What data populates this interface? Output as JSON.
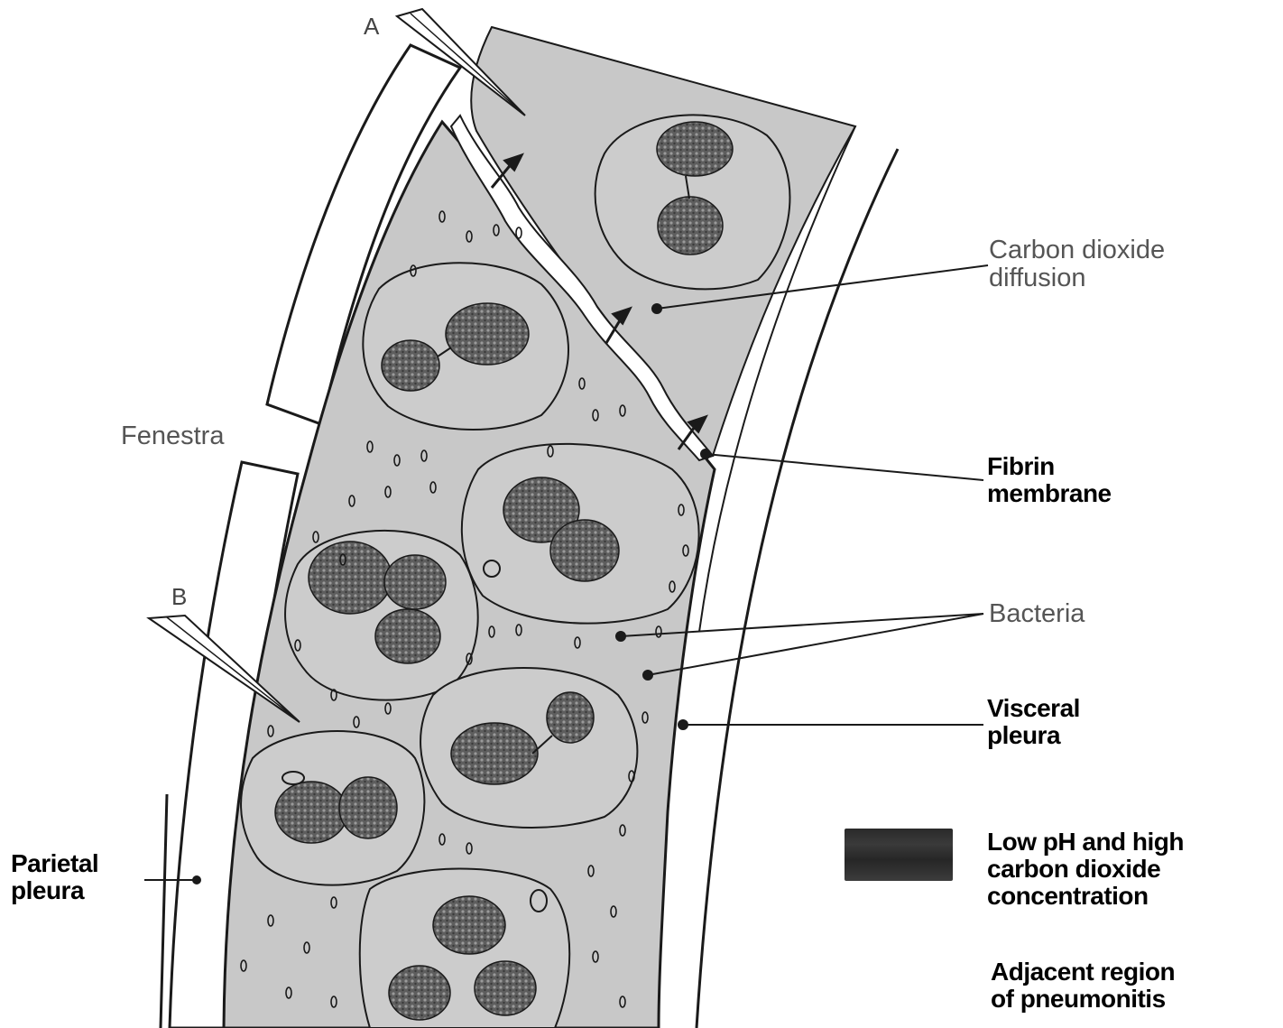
{
  "labels": {
    "a": "A",
    "b": "B",
    "fenestra": "Fenestra",
    "co2_line1": "Carbon dioxide",
    "co2_line2": "diffusion",
    "fibrin_line1": "Fibrin",
    "fibrin_line2": "membrane",
    "bacteria": "Bacteria",
    "visceral_line1": "Visceral",
    "visceral_line2": "pleura",
    "parietal_line1": "Parietal",
    "parietal_line2": "pleura",
    "legend1_line1": "Low pH and high",
    "legend1_line2": "carbon dioxide",
    "legend1_line3": "concentration",
    "legend2_line1": "Adjacent region",
    "legend2_line2": "of pneumonitis"
  },
  "colors": {
    "tissue_fill": "#c8c8c8",
    "line": "#1a1a1a",
    "nucleus": "#6e6e6e",
    "legend_swatch": "#2e2e2e"
  }
}
